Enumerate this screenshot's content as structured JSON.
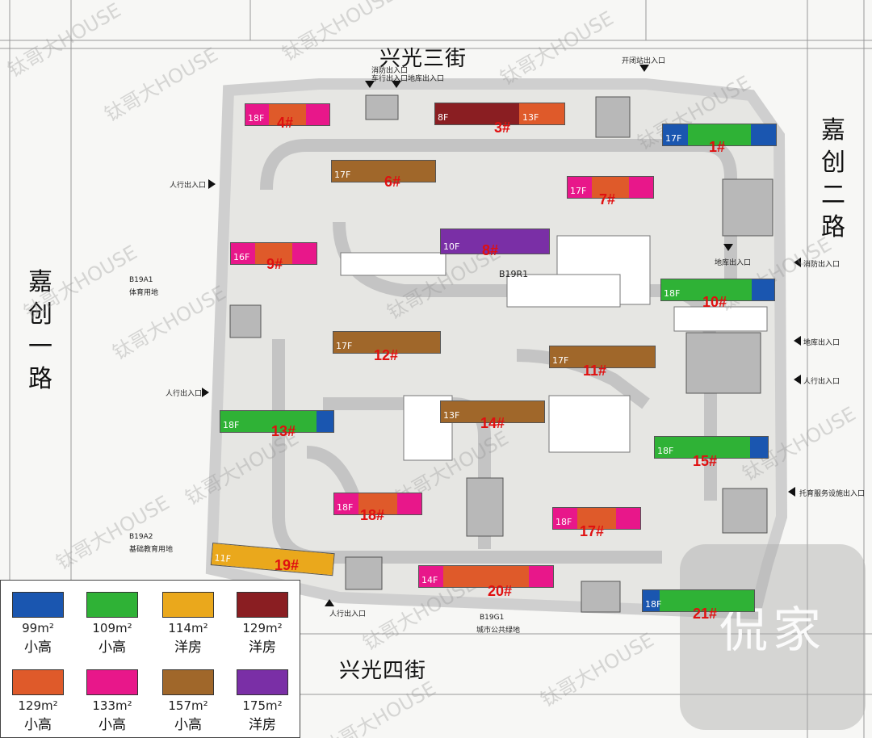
{
  "streets": {
    "north": "兴光三街",
    "south": "兴光四街",
    "west": "嘉创一路",
    "east": "嘉创二路"
  },
  "plot_labels": {
    "center": "B19R1",
    "west_top_code": "B19A1",
    "west_top_name": "体育用地",
    "west_bottom_code": "B19A2",
    "west_bottom_name": "基础教育用地",
    "south_code": "B19G1",
    "south_name": "城市公共绿地"
  },
  "entrances": [
    {
      "text": "消防出入口"
    },
    {
      "text": "车行出入口"
    },
    {
      "text": "地库出入口"
    },
    {
      "text": "开闭站出入口"
    },
    {
      "text": "人行出入口"
    },
    {
      "text": "地库出入口"
    },
    {
      "text": "消防出入口"
    },
    {
      "text": "地库出入口"
    },
    {
      "text": "人行出入口"
    },
    {
      "text": "人行出入口"
    },
    {
      "text": "托育服务设施出入口"
    },
    {
      "text": "人行出入口"
    }
  ],
  "colors": {
    "c99": "#1a56b0",
    "c109": "#2fb236",
    "c114": "#eaa81c",
    "c129y": "#8a1e22",
    "c129x": "#df5a2a",
    "c133": "#e8178a",
    "c157": "#a0672a",
    "c175": "#7a2fa6"
  },
  "buildings": [
    {
      "num": "1#",
      "floors": "17F"
    },
    {
      "num": "3#",
      "floors": "8F",
      "floors2": "13F"
    },
    {
      "num": "4#",
      "floors": "18F"
    },
    {
      "num": "6#",
      "floors": "17F"
    },
    {
      "num": "7#",
      "floors": "17F"
    },
    {
      "num": "8#",
      "floors": "10F"
    },
    {
      "num": "9#",
      "floors": "16F"
    },
    {
      "num": "10#",
      "floors": "18F"
    },
    {
      "num": "11#",
      "floors": "17F"
    },
    {
      "num": "12#",
      "floors": "17F"
    },
    {
      "num": "13#",
      "floors": "18F"
    },
    {
      "num": "14#",
      "floors": "13F"
    },
    {
      "num": "15#",
      "floors": "18F"
    },
    {
      "num": "17#",
      "floors": "18F"
    },
    {
      "num": "18#",
      "floors": "18F"
    },
    {
      "num": "19#",
      "floors": "11F"
    },
    {
      "num": "20#",
      "floors": "14F"
    },
    {
      "num": "21#",
      "floors": "18F"
    }
  ],
  "legend": [
    {
      "area": "99m²",
      "type": "小高",
      "color": "#1a56b0"
    },
    {
      "area": "109m²",
      "type": "小高",
      "color": "#2fb236"
    },
    {
      "area": "114m²",
      "type": "洋房",
      "color": "#eaa81c"
    },
    {
      "area": "129m²",
      "type": "洋房",
      "color": "#8a1e22"
    },
    {
      "area": "129m²",
      "type": "小高",
      "color": "#df5a2a"
    },
    {
      "area": "133m²",
      "type": "小高",
      "color": "#e8178a"
    },
    {
      "area": "157m²",
      "type": "小高",
      "color": "#a0672a"
    },
    {
      "area": "175m²",
      "type": "洋房",
      "color": "#7a2fa6"
    }
  ],
  "watermark": "钛哥大HOUSE",
  "logo_text": "侃家"
}
